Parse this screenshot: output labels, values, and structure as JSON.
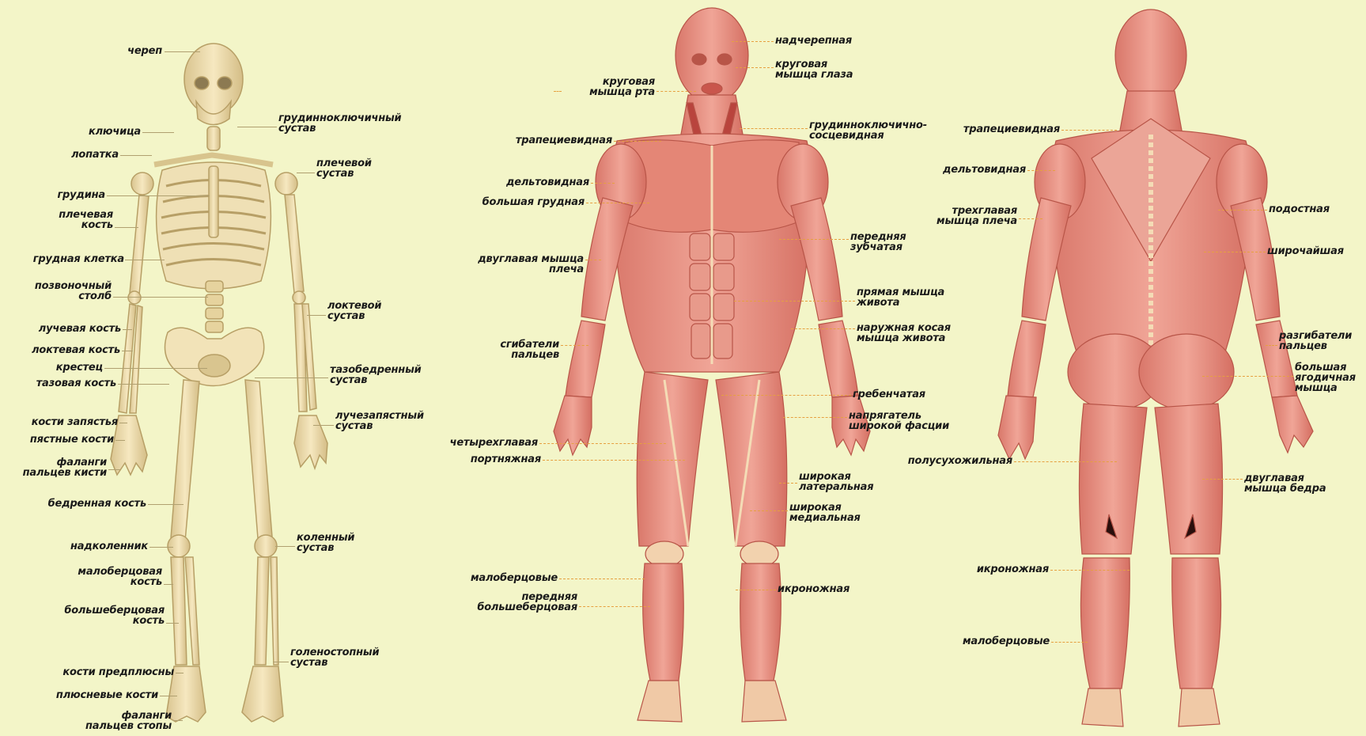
{
  "colors": {
    "background": "#f3f5c8",
    "bone": "#f0dfae",
    "bone_shadow": "#c9b27a",
    "muscle": "#e79386",
    "muscle_dark": "#c9564c",
    "tendon": "#f4dcb6"
  },
  "figures": [
    "skeleton-front",
    "muscles-front",
    "muscles-back"
  ],
  "skeleton": {
    "cherep": "череп",
    "klyuchitsa": "ключица",
    "lopatka": "лопатка",
    "grudina": "грудина",
    "plechevaya_kost": "плечевая\nкость",
    "grudnaya_kletka": "грудная клетка",
    "pozvonochny_stolb": "позвоночный\nстолб",
    "luchevaya_kost": "лучевая кость",
    "loktevaya_kost": "локтевая кость",
    "krestets": "крестец",
    "tazovaya_kost": "тазовая кость",
    "kosti_zapyastya": "кости запястья",
    "pyastnye_kosti": "пястные кости",
    "falangi_kisti": "фаланги\nпальцев кисти",
    "bedrennaya_kost": "бедренная кость",
    "nadkolennik": "надколенник",
    "malobertsovaya_kost": "малоберцовая\nкость",
    "bolshebertsovaya_kost": "большеберцовая\nкость",
    "kosti_predplyusny": "кости предплюсны",
    "plyusnevye_kosti": "плюсневые кости",
    "falangi_stopy": "фаланги\nпальцев стопы",
    "grudinoklyuchichny_sustav": "грудинноключичный\nсустав",
    "plechevoy_sustav": "плечевой\nсустав",
    "loktevoy_sustav": "локтевой\nсустав",
    "tazobedrenny_sustav": "тазобедренный\nсустав",
    "luchezapyastny_sustav": "лучезапястный\nсустав",
    "kolenny_sustav": "коленный\nсустав",
    "golenostopny_sustav": "голеностопный\nсустав"
  },
  "front_muscles": {
    "nadcherepnaya": "надчерепная",
    "krugovaya_glaza": "круговая\nмышца глаза",
    "krugovaya_rta": "круговая\nмышца рта",
    "grudinoklyuchichno": "грудинноключично-\nсосцевидная",
    "trapetsievidnaya": "трапециевидная",
    "deltovidnaya": "дельтовидная",
    "bolshaya_grudnaya": "большая грудная",
    "perednyaya_zubchataya": "передняя\nзубчатая",
    "dvuglavaya_plecha": "двуглавая мышца\nплеча",
    "pryamaya_zhivota": "прямая мышца\nживота",
    "naruzhnaya_kosaya": "наружная косая\nмышца живота",
    "sgibateli": "сгибатели\nпальцев",
    "grebenchataya": "гребенчатая",
    "napryagatel": "напрягатель\nширокой фасции",
    "chetyrehglavaya": "четырехглавая",
    "portnyazhnaya": "портняжная",
    "shirokaya_lateralnaya": "широкая\nлатеральная",
    "shirokaya_medialnaya": "широкая\nмедиальная",
    "malobertsovye": "малоберцовые",
    "ikronozhnaya": "икроножная",
    "perednyaya_bolshebertsovaya": "передняя\nбольшеберцовая"
  },
  "back_muscles": {
    "trapetsievidnaya": "трапециевидная",
    "deltovidnaya": "дельтовидная",
    "trehglavaya": "трехглавая\nмышца плеча",
    "podostnaya": "подостная",
    "shirochayshaya": "широчайшая",
    "razgibateli": "разгибатели\nпальцев",
    "bolshaya_yagodichnaya": "большая\nягодичная\nмышца",
    "polusuhozhilnaya": "полусухожильная",
    "dvuglavaya_bedra": "двуглавая\nмышца бедра",
    "ikronozhnaya": "икроножная",
    "malobertsovye": "малоберцовые"
  }
}
